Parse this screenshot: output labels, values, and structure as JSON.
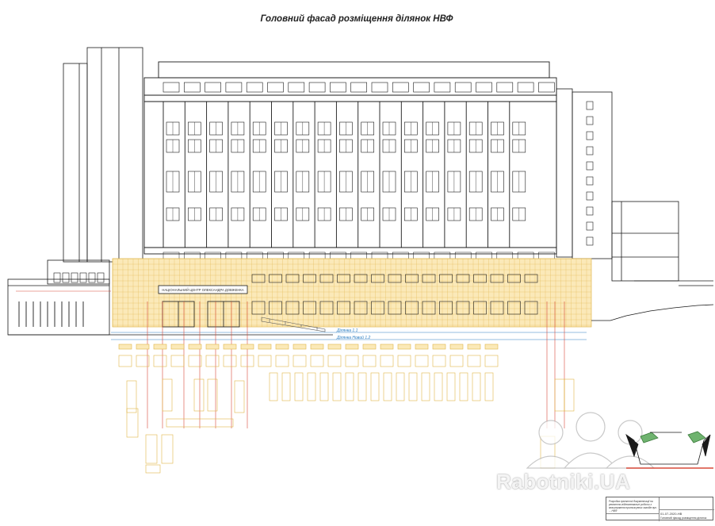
{
  "drawing": {
    "title": "Головний фасад розміщення ділянок НВФ",
    "sign_text": "НАЦІОНАЛЬНИЙ ЦЕНТР ОЛЕКСАНДРА ДОВЖЕНКА",
    "axis_label_1": "Ділянка 1.1",
    "axis_label_2": "Ділянка Новий 1.2"
  },
  "title_block": {
    "description": "Розробка проектної документації на ремонтно-відновлювальні роботи з влаштування протизсувних заходів вул. ... НВФ",
    "code": "01-07-2020-НВ",
    "sheet_name": "Головний фасад розміщення ділянок"
  },
  "watermark": {
    "text": "Rabotniki.UA"
  },
  "colors": {
    "line": "#1a1a1a",
    "highlight_fill": "#fbe9b8",
    "highlight_stroke": "#e0b64a",
    "marker": "#d84a3a",
    "axis": "#2a7cc0"
  }
}
